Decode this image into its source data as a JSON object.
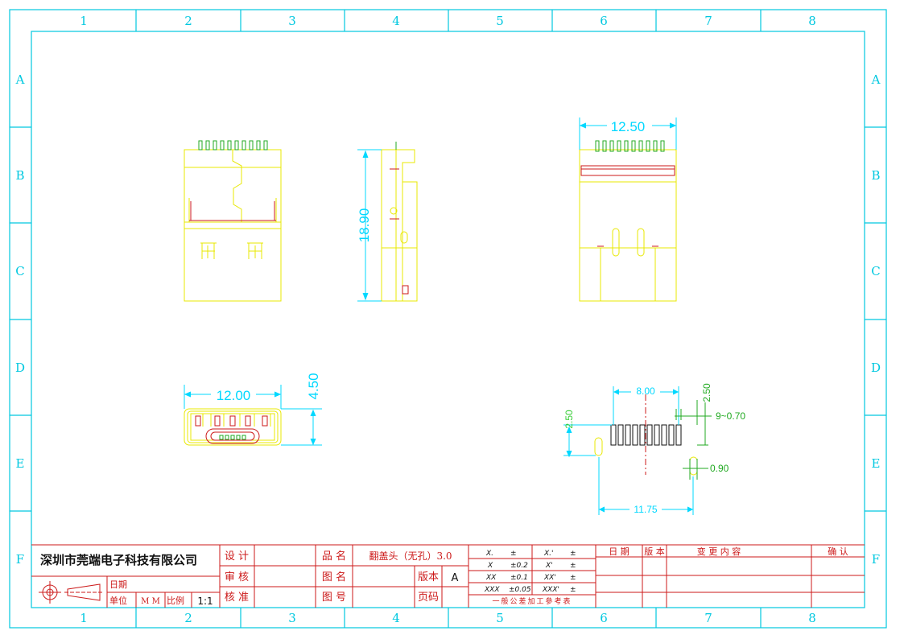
{
  "zones": {
    "columns": [
      "1",
      "2",
      "3",
      "4",
      "5",
      "6",
      "7",
      "8"
    ],
    "rows": [
      "A",
      "B",
      "C",
      "D",
      "E",
      "F"
    ]
  },
  "dimensions": {
    "top_width": "12.50",
    "side_height": "18.90",
    "front_width": "12.00",
    "front_height": "4.50",
    "fp_pitch_span": "8.00",
    "fp_row_offset": "2.50",
    "fp_pad_spec": "9~0.70",
    "fp_left_offset": "2.50",
    "fp_hole": "0.90",
    "fp_total": "11.75"
  },
  "title_block": {
    "company": "深圳市莞端电子科技有限公司",
    "design_label": "设 计",
    "review_label": "审 核",
    "approve_label": "核 准",
    "date_label": "日期",
    "unit_label": "单位",
    "unit_value": "M M",
    "scale_label": "比例",
    "scale_value": "1:1",
    "product_label": "品 名",
    "product_value": "翻盖头（无孔）3.0",
    "drawing_name_label": "图 名",
    "drawing_no_label": "图 号",
    "version_label": "版本",
    "version_value": "A",
    "page_label": "页码",
    "tolerances": [
      {
        "a": "X.",
        "b": "±",
        "c": "X.'",
        "d": "±"
      },
      {
        "a": "X",
        "b": "±0.2",
        "c": "X'",
        "d": "±"
      },
      {
        "a": "XX",
        "b": "±0.1",
        "c": "XX'",
        "d": "±"
      },
      {
        "a": "XXX",
        "b": "±0.05",
        "c": "XXX'",
        "d": "±"
      }
    ],
    "tolerance_note": "一般公差加工參考表",
    "change_headers": {
      "date": "日 期",
      "version": "版 本",
      "content": "变 更 内 容",
      "confirm": "确 认"
    }
  },
  "colors": {
    "frame": "#00c8e0",
    "part": "#e8e800",
    "pin": "#22aa22",
    "red": "#cc1a1a",
    "dim": "#00d8ff"
  }
}
